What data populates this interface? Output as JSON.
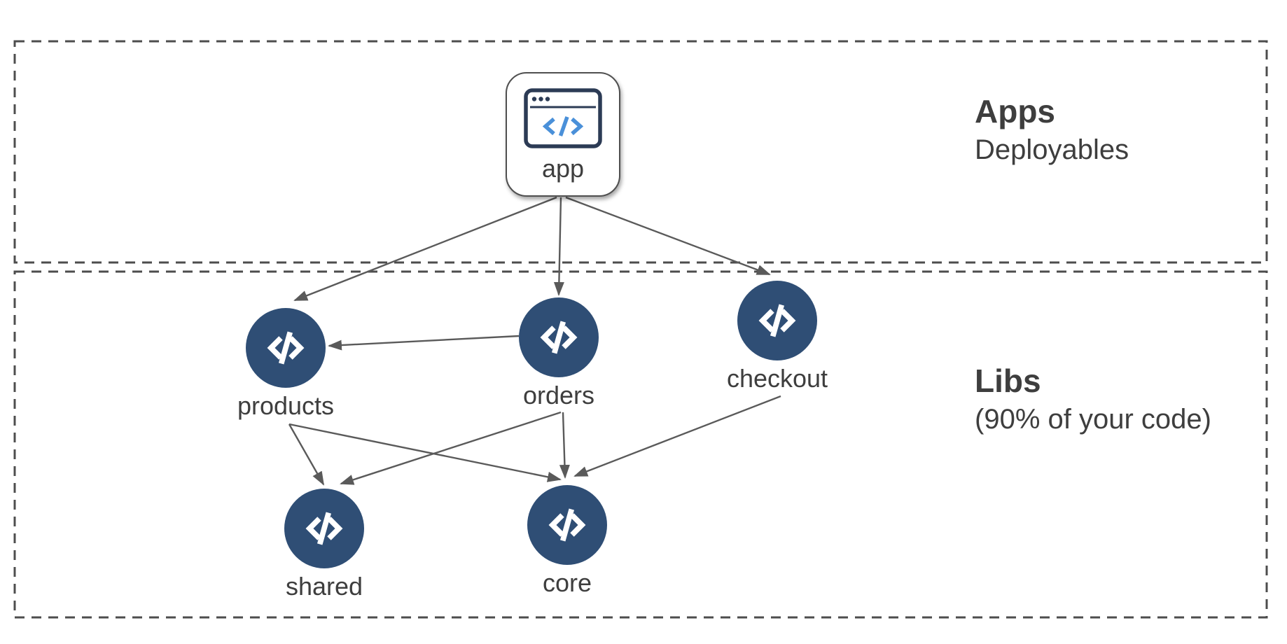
{
  "sections": {
    "apps": {
      "title": "Apps",
      "subtitle": "Deployables"
    },
    "libs": {
      "title": "Libs",
      "subtitle": "(90% of your code)"
    }
  },
  "nodes": {
    "app": {
      "label": "app",
      "type": "application",
      "icon": "browser-window-code-icon"
    },
    "products": {
      "label": "products",
      "type": "library",
      "icon": "code-icon"
    },
    "orders": {
      "label": "orders",
      "type": "library",
      "icon": "code-icon"
    },
    "checkout": {
      "label": "checkout",
      "type": "library",
      "icon": "code-icon"
    },
    "shared": {
      "label": "shared",
      "type": "library",
      "icon": "code-icon"
    },
    "core": {
      "label": "core",
      "type": "library",
      "icon": "code-icon"
    }
  },
  "edges": [
    {
      "from": "app",
      "to": "products"
    },
    {
      "from": "app",
      "to": "orders"
    },
    {
      "from": "app",
      "to": "checkout"
    },
    {
      "from": "orders",
      "to": "products"
    },
    {
      "from": "products",
      "to": "shared"
    },
    {
      "from": "products",
      "to": "core"
    },
    {
      "from": "orders",
      "to": "shared"
    },
    {
      "from": "orders",
      "to": "core"
    },
    {
      "from": "checkout",
      "to": "core"
    }
  ],
  "colors": {
    "node_circle": "#2f4e75",
    "arrow": "#5a5a5a",
    "dashed_border": "#4d4d4d",
    "text": "#3e3e3e",
    "code_glyph_blue": "#4a90d9",
    "browser_icon_stroke": "#2c3b55",
    "canvas_bg": "#ffffff",
    "app_node_border": "#4f4f4f"
  }
}
